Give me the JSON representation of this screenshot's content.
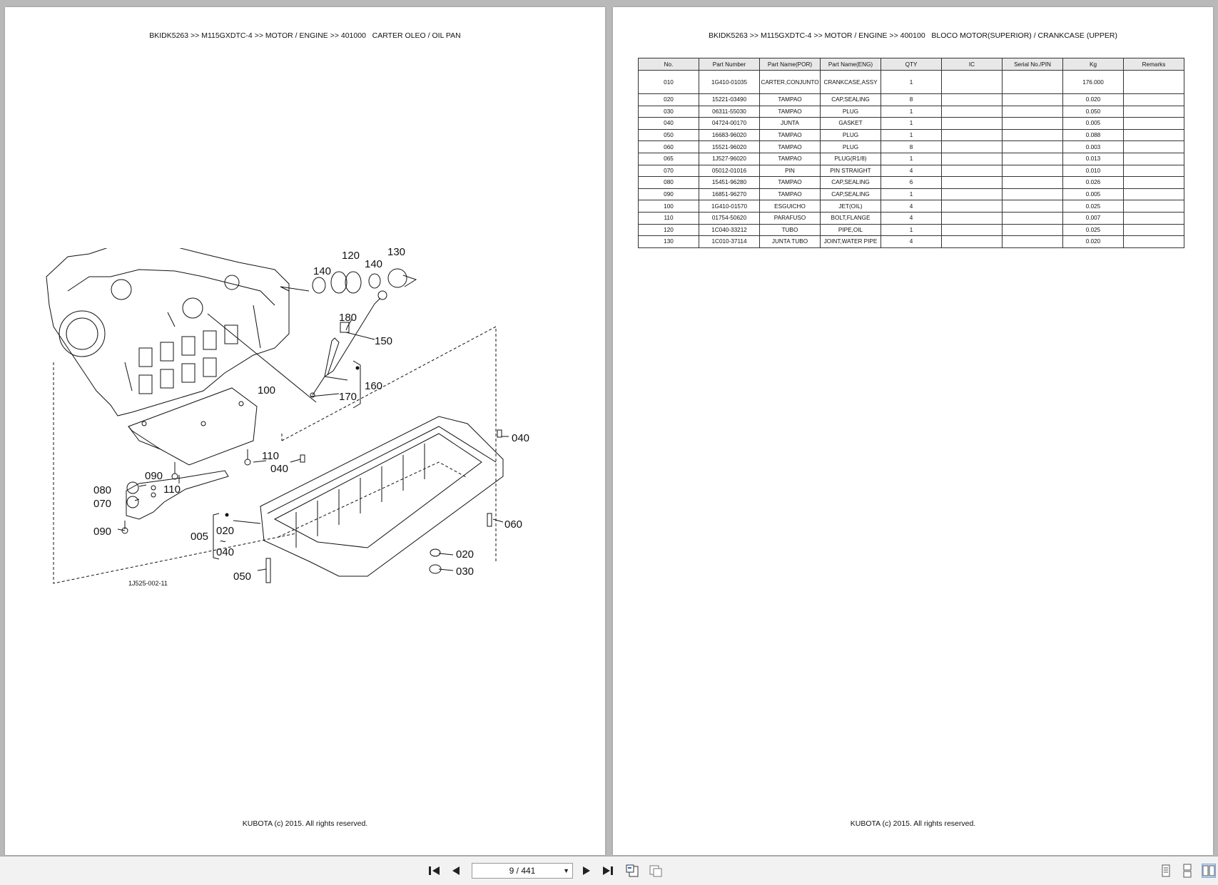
{
  "left_page": {
    "header": "BKIDK5263 >> M115GXDTC-4 >> MOTOR / ENGINE >> 401000   CARTER OLEO / OIL PAN",
    "footer": "KUBOTA (c) 2015. All rights reserved.",
    "diagram_code": "1J525-002-11",
    "callouts": {
      "c140a": "140",
      "c120": "120",
      "c140b": "140",
      "c130": "130",
      "c180": "180",
      "c150": "150",
      "c160": "160",
      "c170": "170",
      "c100": "100",
      "c110a": "110",
      "c110b": "110",
      "c090a": "090",
      "c080": "080",
      "c070": "070",
      "c090b": "090",
      "c005": "005",
      "c020a": "020",
      "c040b": "040",
      "c040a": "040",
      "c040c": "040",
      "c060": "060",
      "c020b": "020",
      "c030": "030",
      "c050": "050",
      "tilde": "~"
    }
  },
  "right_page": {
    "header": "BKIDK5263 >> M115GXDTC-4 >> MOTOR / ENGINE >> 400100   BLOCO MOTOR(SUPERIOR) / CRANKCASE (UPPER)",
    "footer": "KUBOTA (c) 2015. All rights reserved.",
    "table": {
      "columns": [
        "No.",
        "Part Number",
        "Part Name(POR)",
        "Part Name(ENG)",
        "QTY",
        "IC",
        "Serial No./PIN",
        "Kg",
        "Remarks"
      ],
      "rows": [
        [
          "010",
          "1G410-01035",
          "CARTER,CONJUNTO",
          "CRANKCASE,ASSY",
          "1",
          "",
          "",
          "176.000",
          ""
        ],
        [
          "020",
          "15221-03490",
          "TAMPAO",
          "CAP,SEALING",
          "8",
          "",
          "",
          "0.020",
          ""
        ],
        [
          "030",
          "06311-55030",
          "TAMPAO",
          "PLUG",
          "1",
          "",
          "",
          "0.050",
          ""
        ],
        [
          "040",
          "04724-00170",
          "JUNTA",
          "GASKET",
          "1",
          "",
          "",
          "0.005",
          ""
        ],
        [
          "050",
          "16683-96020",
          "TAMPAO",
          "PLUG",
          "1",
          "",
          "",
          "0.088",
          ""
        ],
        [
          "060",
          "15521-96020",
          "TAMPAO",
          "PLUG",
          "8",
          "",
          "",
          "0.003",
          ""
        ],
        [
          "065",
          "1J527-96020",
          "TAMPAO",
          "PLUG(R1/8)",
          "1",
          "",
          "",
          "0.013",
          ""
        ],
        [
          "070",
          "05012-01016",
          "PIN",
          "PIN STRAIGHT",
          "4",
          "",
          "",
          "0.010",
          ""
        ],
        [
          "080",
          "15451-96280",
          "TAMPAO",
          "CAP,SEALING",
          "6",
          "",
          "",
          "0.026",
          ""
        ],
        [
          "090",
          "16851-96270",
          "TAMPAO",
          "CAP,SEALING",
          "1",
          "",
          "",
          "0.005",
          ""
        ],
        [
          "100",
          "1G410-01570",
          "ESGUICHO",
          "JET(OIL)",
          "4",
          "",
          "",
          "0.025",
          ""
        ],
        [
          "110",
          "01754-50620",
          "PARAFUSO",
          "BOLT,FLANGE",
          "4",
          "",
          "",
          "0.007",
          ""
        ],
        [
          "120",
          "1C040-33212",
          "TUBO",
          "PIPE,OIL",
          "1",
          "",
          "",
          "0.025",
          ""
        ],
        [
          "130",
          "1C010-37114",
          "JUNTA TUBO",
          "JOINT,WATER PIPE",
          "4",
          "",
          "",
          "0.020",
          ""
        ]
      ]
    }
  },
  "toolbar": {
    "page_indicator": "9 / 441",
    "dropdown_icon": "caret-down-icon",
    "icons": [
      "first-page-icon",
      "prev-page-icon",
      "next-page-icon",
      "last-page-icon",
      "rotate-icon",
      "fit-icon",
      "single-page-icon",
      "continuous-icon",
      "two-page-icon"
    ]
  }
}
